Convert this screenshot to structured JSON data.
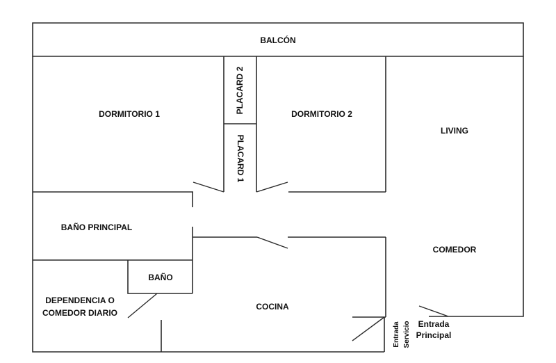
{
  "rooms": {
    "balcon": "BALCÓN",
    "dormitorio1": "DORMITORIO 1",
    "placard2": "PLACARD 2",
    "placard1": "PLACARD 1",
    "dormitorio2": "DORMITORIO 2",
    "living": "LIVING",
    "bano_principal": "BAÑO PRINCIPAL",
    "bano": "BAÑO",
    "dependencia_line1": "DEPENDENCIA O",
    "dependencia_line2": "COMEDOR DIARIO",
    "cocina": "COCINA",
    "comedor": "COMEDOR"
  },
  "entrances": {
    "servicio_line1": "Entrada",
    "servicio_line2": "Servicio",
    "principal_line1": "Entrada",
    "principal_line2": "Principal"
  },
  "colors": {
    "wall": "#2b2b2b",
    "text": "#111111",
    "background": "#ffffff"
  }
}
